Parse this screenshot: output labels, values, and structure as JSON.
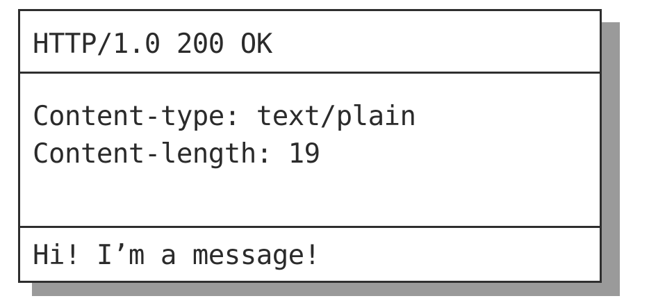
{
  "http_response": {
    "status_line": "HTTP/1.0 200 OK",
    "headers": [
      "Content-type: text/plain",
      "Content-length: 19"
    ],
    "body": "Hi! I’m a message!"
  }
}
